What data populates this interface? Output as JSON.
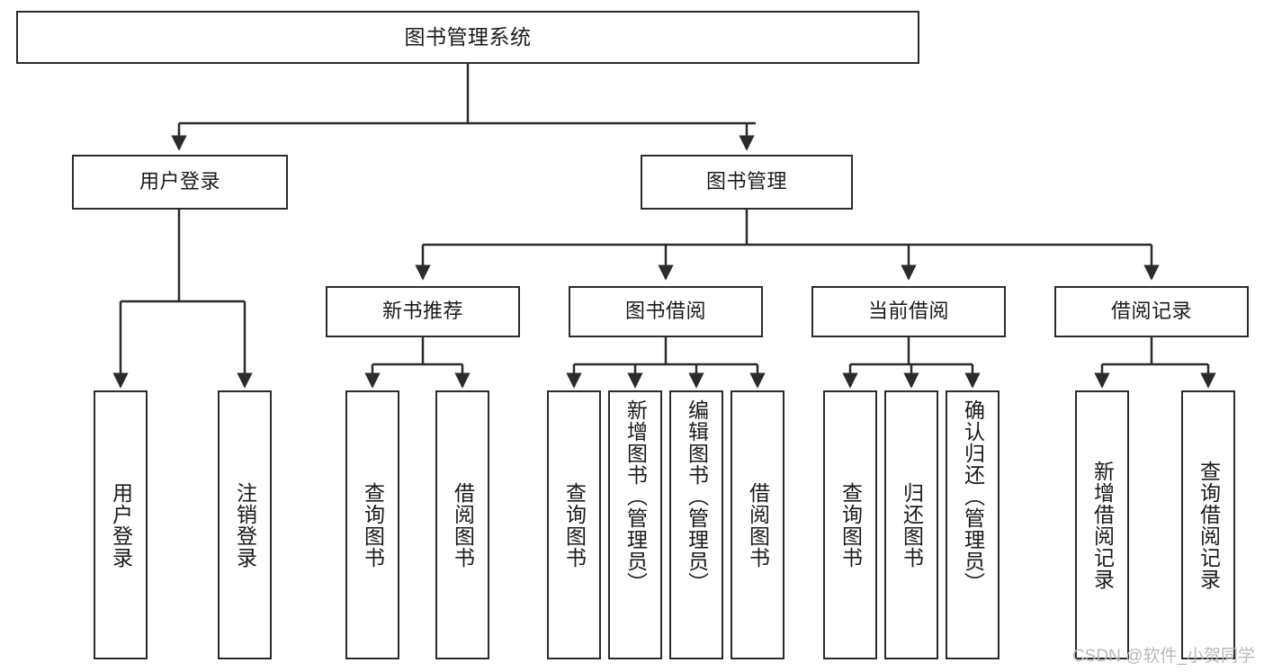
{
  "diagram": {
    "title": "图书管理系统",
    "type": "功能结构图",
    "root": {
      "label": "图书管理系统"
    },
    "level2": [
      {
        "label": "用户登录"
      },
      {
        "label": "图书管理"
      }
    ],
    "level3": [
      {
        "label": "新书推荐"
      },
      {
        "label": "图书借阅"
      },
      {
        "label": "当前借阅"
      },
      {
        "label": "借阅记录"
      }
    ],
    "leaves": {
      "user_login": [
        {
          "label": "用户登录"
        },
        {
          "label": "注销登录"
        }
      ],
      "new_book_recommend": [
        {
          "label": "查询图书"
        },
        {
          "label": "借阅图书"
        }
      ],
      "book_borrow": [
        {
          "label": "查询图书"
        },
        {
          "label": "新增图书（管理员）"
        },
        {
          "label": "编辑图书（管理员）"
        },
        {
          "label": "借阅图书"
        }
      ],
      "current_borrow": [
        {
          "label": "查询图书"
        },
        {
          "label": "归还图书"
        },
        {
          "label": "确认归还（管理员）"
        }
      ],
      "borrow_record": [
        {
          "label": "新增借阅记录"
        },
        {
          "label": "查询借阅记录"
        }
      ]
    }
  },
  "watermark": {
    "text": "CSDN @软件_小贺同学"
  },
  "colors": {
    "stroke": "#2b2b2b",
    "background": "#ffffff",
    "text": "#1a1a1a",
    "watermark": "#b9b9b9"
  }
}
